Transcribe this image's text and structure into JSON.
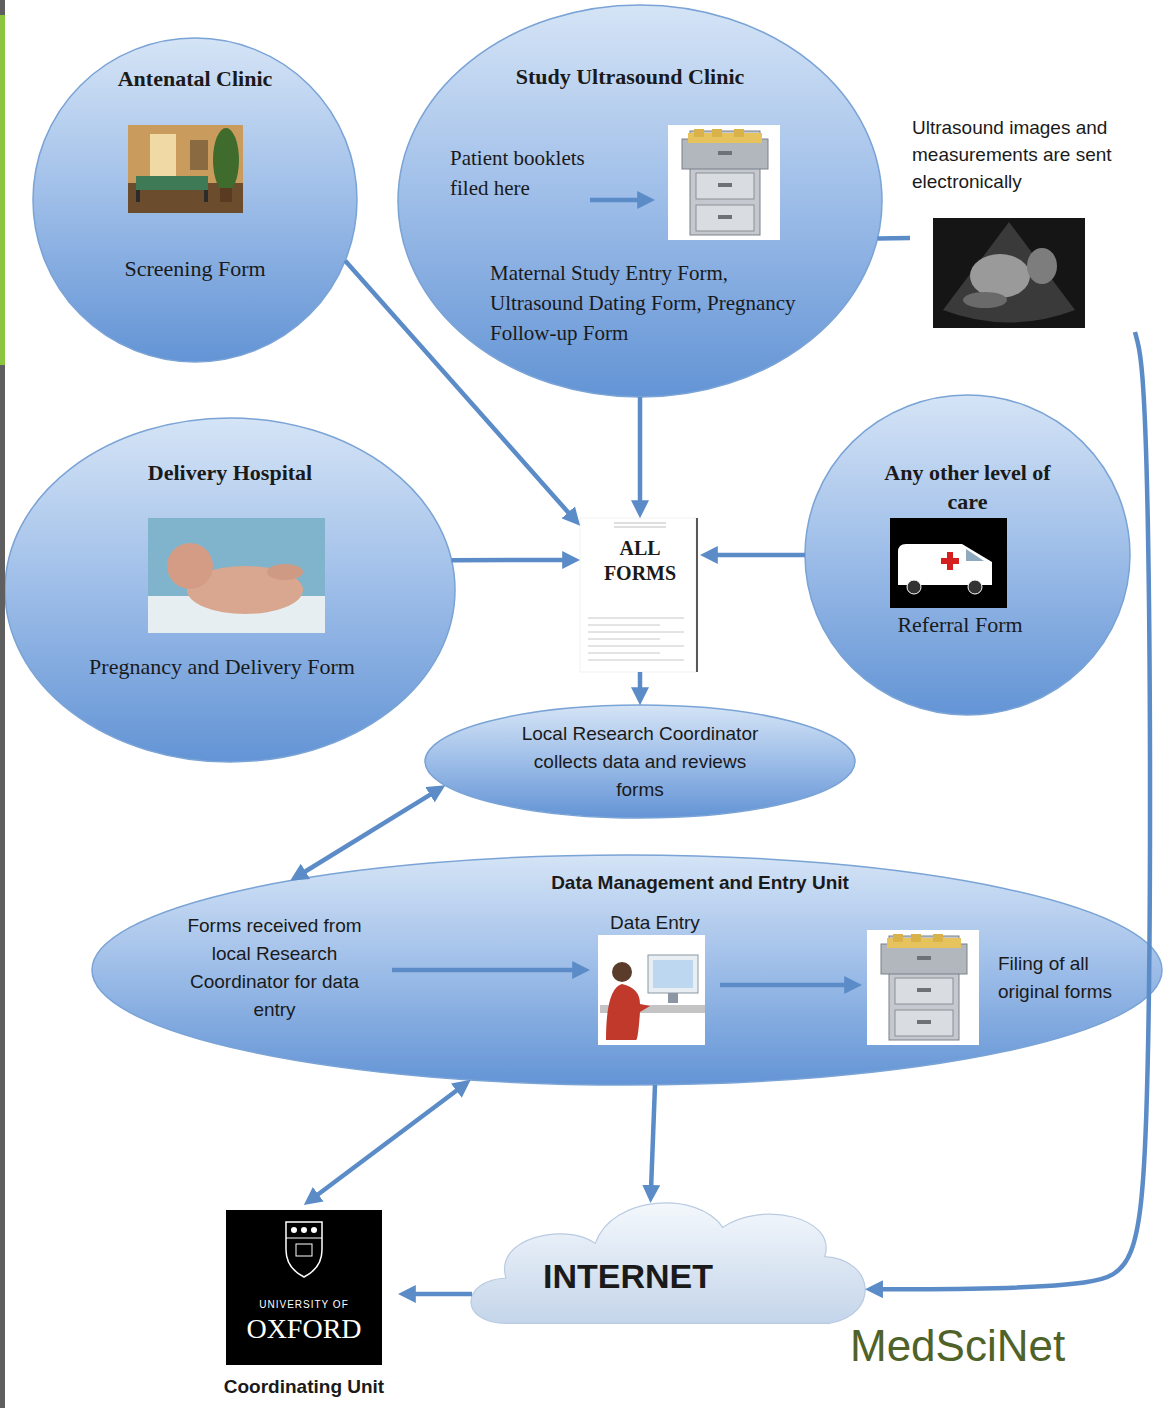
{
  "diagram": {
    "nodes": [
      {
        "text": [
          "Antenatal Clinic",
          "Screening Form"
        ]
      },
      {
        "text": [
          "Study Ultrasound Clinic",
          "Patient booklets filed here",
          "Maternal Study Entry Form, Ultrasound Dating Form, Pregnancy Follow-up Form"
        ]
      },
      {
        "text": [
          "Ultrasound images and measurements are sent electronically"
        ]
      },
      {
        "text": [
          "Delivery Hospital",
          "Pregnancy and Delivery Form"
        ]
      },
      {
        "text": [
          "ALL FORMS"
        ]
      },
      {
        "text": [
          "Any other level of care",
          "Referral Form"
        ]
      },
      {
        "text": [
          "Local Research Coordinator collects data and reviews forms"
        ]
      },
      {
        "text": [
          "Data Management and Entry Unit"
        ]
      },
      {
        "text": [
          "Forms received from local Research Coordinator for data entry"
        ],
        "in": 7
      },
      {
        "text": [
          "Data Entry"
        ],
        "in": 7
      },
      {
        "text": [
          "Filing of all original forms"
        ],
        "in": 7
      },
      {
        "text": [
          "UNIVERSITY OF",
          "OXFORD",
          "Coordinating Unit"
        ]
      },
      {
        "text": [
          "INTERNET"
        ]
      }
    ],
    "edges": [
      {
        "from": 0,
        "to": 4,
        "arrow": "to"
      },
      {
        "from": 1,
        "to": 4,
        "arrow": "to"
      },
      {
        "from": 3,
        "to": 4,
        "arrow": "to"
      },
      {
        "from": 5,
        "to": 4,
        "arrow": "to"
      },
      {
        "from": 1,
        "to": 2,
        "arrow": "none"
      },
      {
        "from": 2,
        "to": 12,
        "arrow": "to"
      },
      {
        "from": 4,
        "to": 6,
        "arrow": "to"
      },
      {
        "from": 6,
        "to": 7,
        "arrow": "both"
      },
      {
        "from": 8,
        "to": 9,
        "arrow": "to"
      },
      {
        "from": 9,
        "to": 10,
        "arrow": "to"
      },
      {
        "from": 7,
        "to": 11,
        "arrow": "both"
      },
      {
        "from": 7,
        "to": 12,
        "arrow": "to"
      },
      {
        "from": 12,
        "to": 11,
        "arrow": "to"
      }
    ],
    "labels": [
      "MedSciNet"
    ]
  }
}
